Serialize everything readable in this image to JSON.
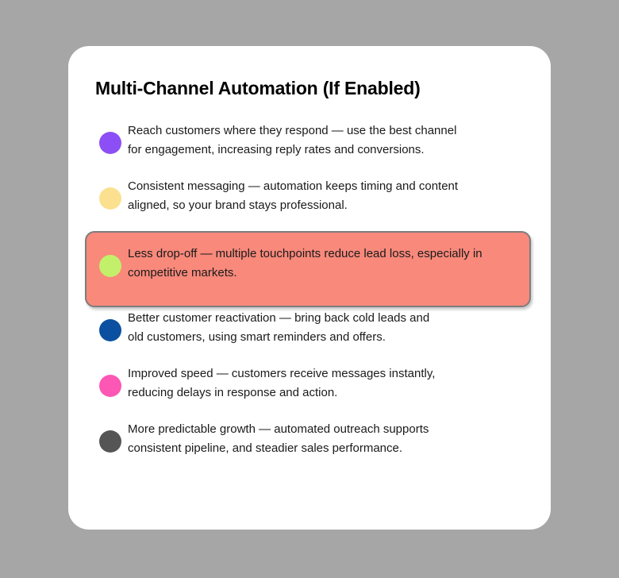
{
  "background_color": "#a6a6a6",
  "card": {
    "background_color": "#ffffff",
    "title": "Multi-Channel Automation (If Enabled)"
  },
  "highlight": {
    "background_color": "#f8897b",
    "border_color": "#7d7d7d"
  },
  "benefits": [
    {
      "bullet_color": "#8c4ff5",
      "bullet_name": "bullet-dot-purple",
      "line1": "Reach customers where they respond — use the best channel",
      "line2": "for engagement, increasing reply rates and conversions.",
      "highlighted": false
    },
    {
      "bullet_color": "#fbe18f",
      "bullet_name": "bullet-dot-yellow",
      "line1": "Consistent messaging — automation keeps timing and content",
      "line2": "aligned, so your brand stays professional.",
      "highlighted": false
    },
    {
      "bullet_color": "#c2f06a",
      "bullet_name": "bullet-dot-green",
      "line1": "Less drop-off — multiple touchpoints reduce lead loss, especially in",
      "line2": "competitive markets.",
      "highlighted": true
    },
    {
      "bullet_color": "#0b50a0",
      "bullet_name": "bullet-dot-blue",
      "line1": "Better customer reactivation — bring back cold leads and",
      "line2": "old customers, using smart reminders and offers.",
      "highlighted": false
    },
    {
      "bullet_color": "#fc57b5",
      "bullet_name": "bullet-dot-pink",
      "line1": "Improved speed — customers receive messages instantly,",
      "line2": "reducing delays in response and action.",
      "highlighted": false
    },
    {
      "bullet_color": "#555555",
      "bullet_name": "bullet-dot-gray",
      "line1": "More predictable growth — automated outreach supports",
      "line2": "consistent pipeline, and steadier sales performance.",
      "highlighted": false
    }
  ]
}
